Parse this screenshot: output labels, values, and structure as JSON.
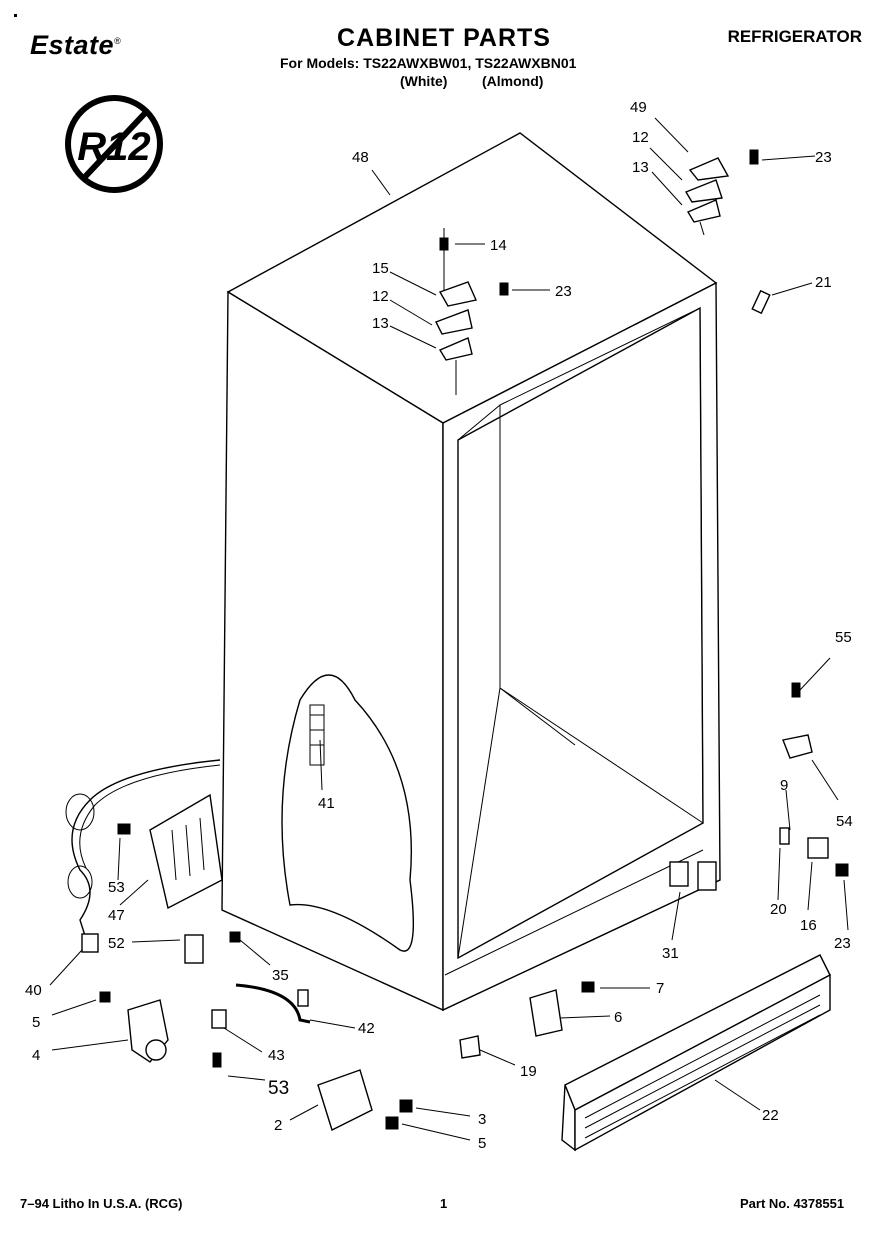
{
  "header": {
    "brand": "Estate",
    "title": "CABINET PARTS",
    "category": "REFRIGERATOR",
    "models_line": "For Models: TS22AWXBW01, TS22AWXBN01",
    "variant_1": "(White)",
    "variant_2": "(Almond)"
  },
  "badge": {
    "text": "R12",
    "icon": "no-r12-refrigerant-icon"
  },
  "callouts": {
    "c48": "48",
    "c49": "49",
    "c12a": "12",
    "c13a": "13",
    "c23a": "23",
    "c14": "14",
    "c15": "15",
    "c12b": "12",
    "c13b": "13",
    "c23b": "23",
    "c21": "21",
    "c55": "55",
    "c54": "54",
    "c9": "9",
    "c20": "20",
    "c16": "16",
    "c23c": "23",
    "c41": "41",
    "c53a": "53",
    "c47": "47",
    "c52": "52",
    "c35": "35",
    "c40": "40",
    "c5a": "5",
    "c4": "4",
    "c43": "43",
    "c53b": "53",
    "c42": "42",
    "c31": "31",
    "c7": "7",
    "c6": "6",
    "c19": "19",
    "c22": "22",
    "c2": "2",
    "c3": "3",
    "c5b": "5"
  },
  "footer": {
    "litho": "7–94 Litho In U.S.A. (RCG)",
    "page": "1",
    "part_no": "Part No. 4378551"
  }
}
